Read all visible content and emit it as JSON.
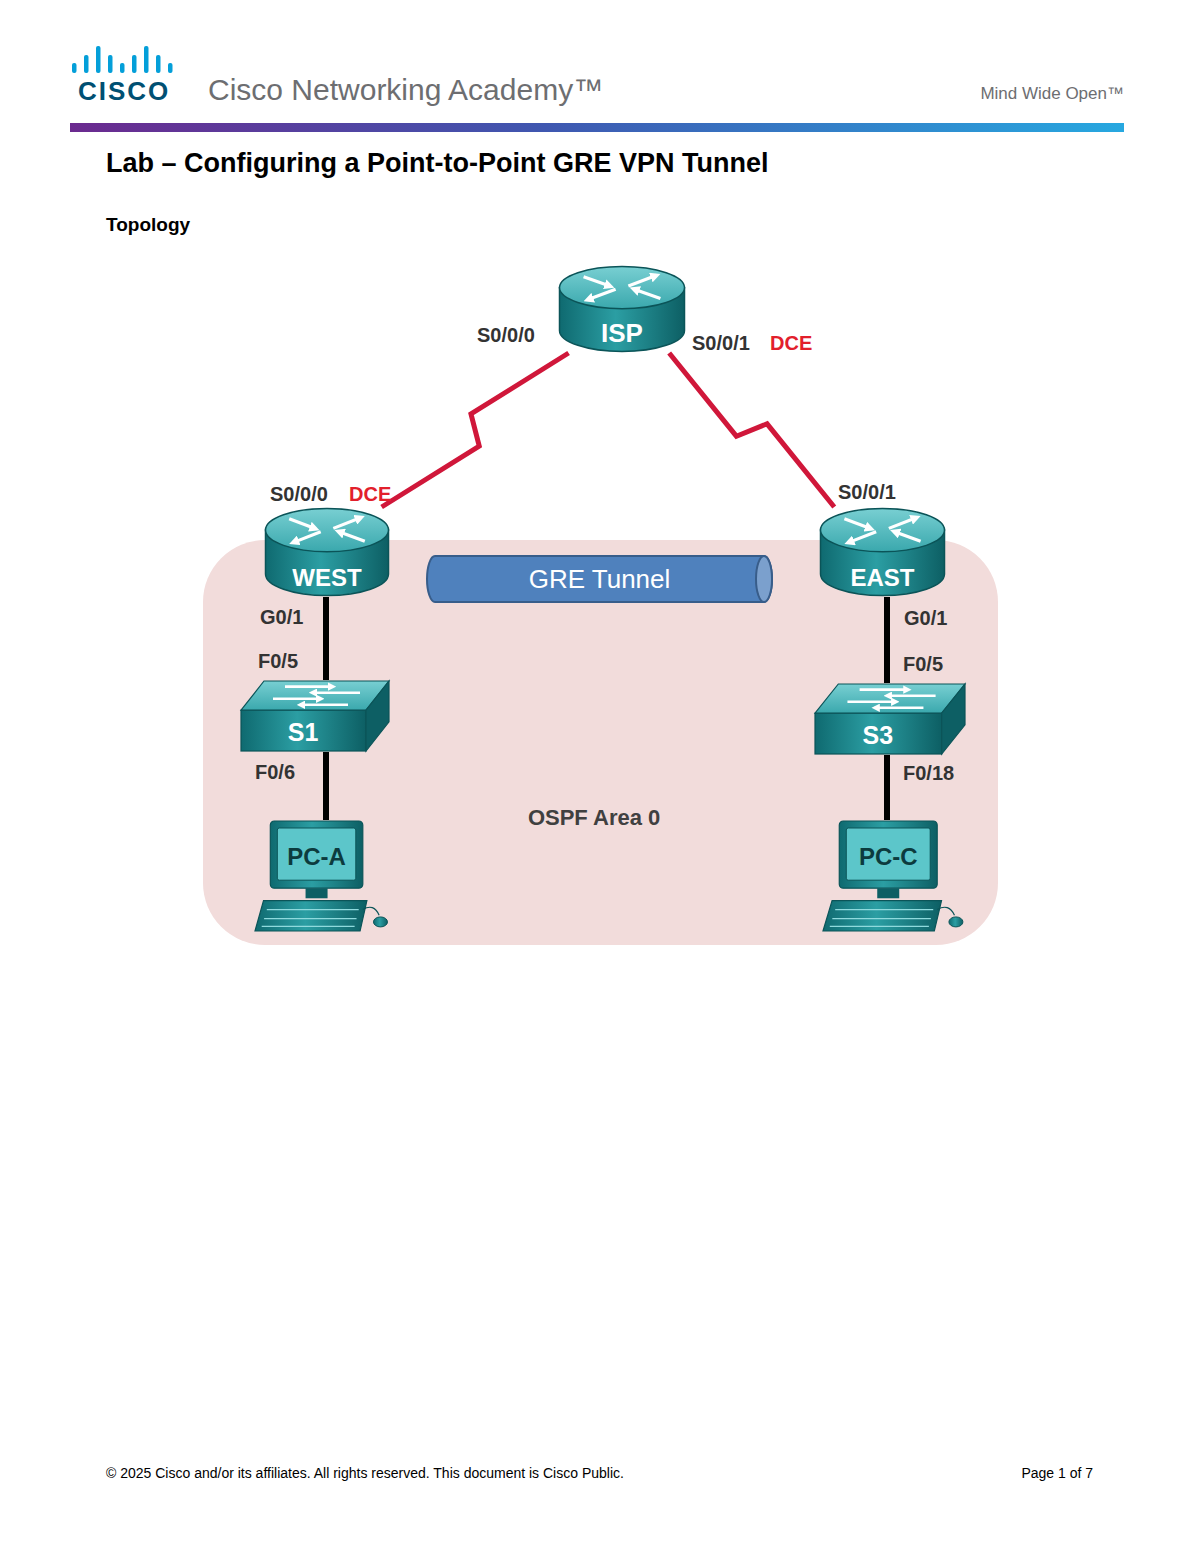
{
  "diagram": {
    "title": "Lab – Configuring a Point-to-Point GRE VPN Tunnel",
    "nodes": [
      {
        "text": [
          "ISP"
        ]
      },
      {
        "text": [
          "OSPF Area 0"
        ]
      },
      {
        "text": [
          "WEST"
        ],
        "in": 1
      },
      {
        "text": [
          "GRE Tunnel"
        ],
        "in": 1
      },
      {
        "text": [
          "EAST"
        ],
        "in": 1
      },
      {
        "text": [
          "S1"
        ],
        "in": 1
      },
      {
        "text": [
          "S3"
        ],
        "in": 1
      },
      {
        "text": [
          "PC-A"
        ],
        "in": 1
      },
      {
        "text": [
          "PC-C"
        ],
        "in": 1
      }
    ],
    "edges": [
      {
        "from": 0,
        "to": 2,
        "arrow": "none"
      },
      {
        "from": 0,
        "to": 4,
        "arrow": "none"
      },
      {
        "from": 2,
        "to": 5,
        "arrow": "none"
      },
      {
        "from": 4,
        "to": 6,
        "arrow": "none"
      },
      {
        "from": 5,
        "to": 7,
        "arrow": "none"
      },
      {
        "from": 6,
        "to": 8,
        "arrow": "none"
      }
    ],
    "labels": [
      "CISCO",
      "Cisco Networking Academy™",
      "Mind Wide Open™",
      "Topology",
      "S0/0/0",
      "S0/0/1",
      "DCE",
      "S0/0/0",
      "DCE",
      "S0/0/1",
      "G0/1",
      "F0/5",
      "F0/6",
      "G0/1",
      "F0/5",
      "F0/18",
      "© 2025 Cisco and/or its affiliates. All rights reserved. This document is Cisco Public.",
      "Page 1 of 7"
    ]
  }
}
